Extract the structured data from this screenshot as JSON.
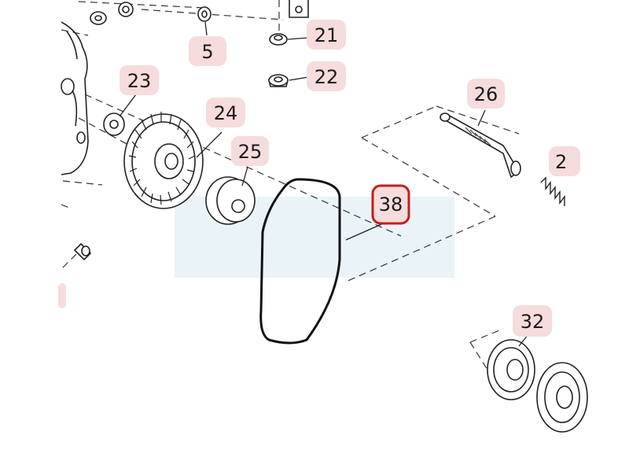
{
  "diagram": {
    "accent_color": "#f6dcdc",
    "highlight_color": "#c21f1f",
    "callouts": [
      {
        "id": "5",
        "label": "5"
      },
      {
        "id": "21",
        "label": "21"
      },
      {
        "id": "22",
        "label": "22"
      },
      {
        "id": "23",
        "label": "23"
      },
      {
        "id": "24",
        "label": "24"
      },
      {
        "id": "25",
        "label": "25"
      },
      {
        "id": "26",
        "label": "26"
      },
      {
        "id": "27",
        "label": "2"
      },
      {
        "id": "38",
        "label": "38",
        "highlighted": true
      },
      {
        "id": "32",
        "label": "32"
      }
    ]
  }
}
